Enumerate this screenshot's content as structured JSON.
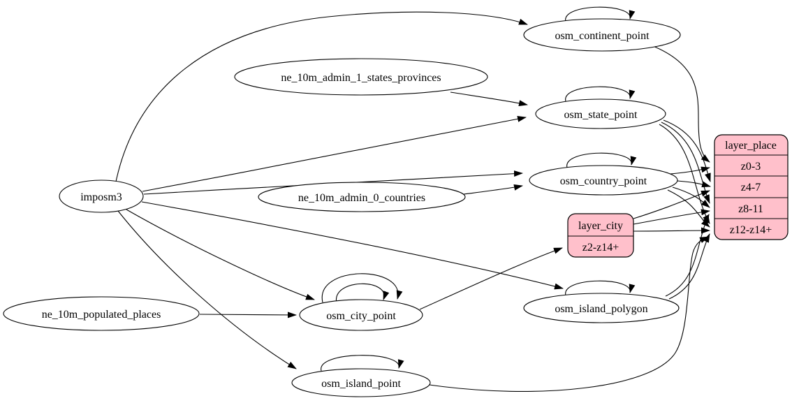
{
  "diagram": {
    "source_nodes": {
      "imposm3": "imposm3",
      "ne_10m_admin_1_states_provinces": "ne_10m_admin_1_states_provinces",
      "ne_10m_admin_0_countries": "ne_10m_admin_0_countries",
      "ne_10m_populated_places": "ne_10m_populated_places"
    },
    "table_nodes": {
      "osm_continent_point": "osm_continent_point",
      "osm_state_point": "osm_state_point",
      "osm_country_point": "osm_country_point",
      "osm_city_point": "osm_city_point",
      "osm_island_polygon": "osm_island_polygon",
      "osm_island_point": "osm_island_point"
    },
    "layer_place": {
      "title": "layer_place",
      "rows": [
        "z0-3",
        "z4-7",
        "z8-11",
        "z12-z14+"
      ]
    },
    "layer_city": {
      "title": "layer_city",
      "rows": [
        "z2-z14+"
      ]
    },
    "colors": {
      "record_fill": "#ffc0cb",
      "node_fill": "#ffffff",
      "edge": "#000000"
    },
    "edges": [
      "imposm3 -> osm_continent_point",
      "imposm3 -> osm_state_point",
      "imposm3 -> osm_country_point",
      "imposm3 -> osm_city_point",
      "imposm3 -> osm_island_polygon",
      "imposm3 -> osm_island_point",
      "ne_10m_admin_1_states_provinces -> osm_state_point",
      "ne_10m_admin_0_countries -> osm_country_point",
      "ne_10m_populated_places -> osm_city_point",
      "osm_continent_point -> osm_continent_point",
      "osm_state_point -> osm_state_point",
      "osm_country_point -> osm_country_point",
      "osm_city_point -> osm_city_point",
      "osm_city_point -> osm_city_point",
      "osm_island_polygon -> osm_island_polygon",
      "osm_island_point -> osm_island_point",
      "osm_continent_point -> layer_place:z0-3",
      "osm_country_point -> layer_place:z0-3",
      "osm_state_point -> layer_place:z4-7",
      "osm_country_point -> layer_place:z4-7",
      "layer_city -> layer_place:z4-7",
      "osm_state_point -> layer_place:z8-11",
      "osm_country_point -> layer_place:z8-11",
      "layer_city -> layer_place:z8-11",
      "osm_island_polygon -> layer_place:z8-11",
      "osm_state_point -> layer_place:z12-z14+",
      "osm_country_point -> layer_place:z12-z14+",
      "layer_city -> layer_place:z12-z14+",
      "osm_island_polygon -> layer_place:z12-z14+",
      "osm_island_point -> layer_place:z12-z14+",
      "osm_city_point -> layer_city:z2-z14+"
    ]
  }
}
